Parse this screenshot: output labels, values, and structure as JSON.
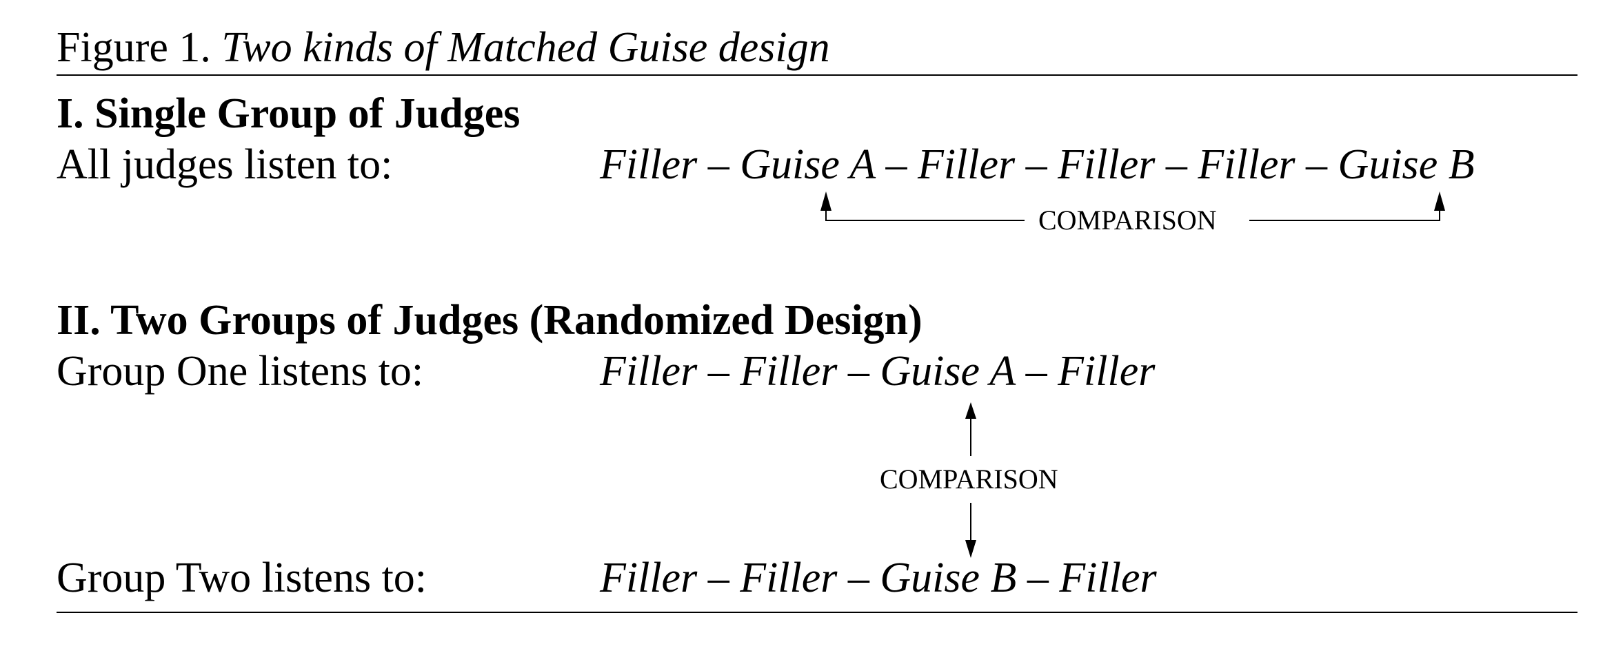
{
  "figure": {
    "caption_prefix": "Figure 1.",
    "caption_title": "Two kinds of Matched Guise design"
  },
  "section1": {
    "heading": "I. Single Group of Judges",
    "label": "All judges listen to:",
    "sequence": "Filler – Guise A – Filler – Filler – Filler – Guise B",
    "comparison_label": "COMPARISON"
  },
  "section2": {
    "heading": "II. Two Groups of Judges (Randomized Design)",
    "group_one_label": "Group One listens to:",
    "group_one_sequence": "Filler – Filler – Guise A – Filler",
    "comparison_label": "COMPARISON",
    "group_two_label": "Group Two listens to:",
    "group_two_sequence": "Filler – Filler – Guise B – Filler"
  }
}
